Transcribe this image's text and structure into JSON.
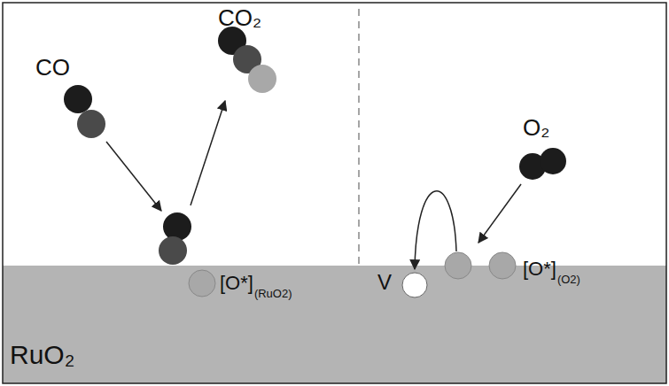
{
  "diagram": {
    "nodes": [
      {
        "text": [
          "RuO₂"
        ]
      }
    ],
    "labels": [
      "CO",
      "CO₂",
      "O₂",
      "[O*]",
      "(RuO2)",
      "V",
      "[O*]",
      "(O2)"
    ]
  }
}
